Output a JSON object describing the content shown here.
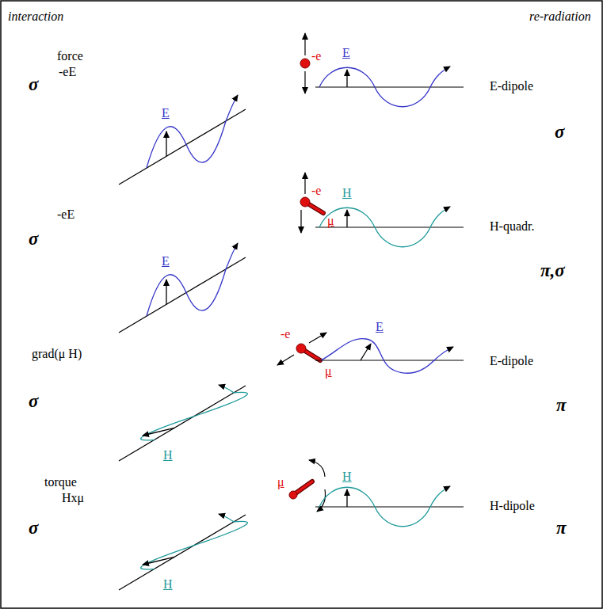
{
  "diagram": {
    "labels": [
      "interaction",
      "re-radiation",
      "force",
      "-eE",
      "σ",
      "E",
      "-e",
      "E",
      "E-dipole",
      "σ",
      "-eE",
      "σ",
      "E",
      "-e",
      "μ",
      "H",
      "H-quadr.",
      "π,σ",
      "grad(μ H)",
      "σ",
      "H",
      "-e",
      "μ",
      "E",
      "E-dipole",
      "π",
      "torque",
      "Hxμ",
      "σ",
      "H",
      "μ",
      "H",
      "H-dipole",
      "π"
    ]
  }
}
